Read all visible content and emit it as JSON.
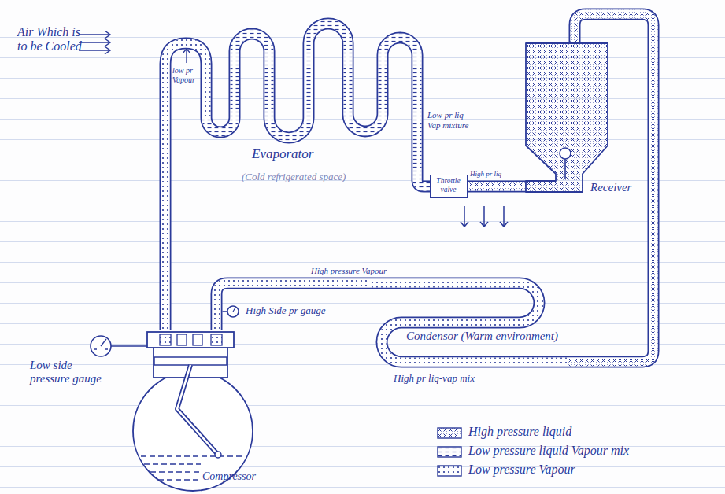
{
  "diagram": {
    "nodes": [
      {
        "text": [
          "Evaporator",
          "(Cold refrigerated space)"
        ]
      },
      {
        "text": [
          "Throttle valve"
        ]
      },
      {
        "text": [
          "Receiver"
        ]
      },
      {
        "text": [
          "Condensor (Warm environment)"
        ]
      },
      {
        "text": [
          "Compressor"
        ]
      }
    ],
    "edges": [
      {
        "from": 4,
        "to": 3,
        "arrow": "none",
        "label": "High pressure Vapour"
      },
      {
        "from": 3,
        "to": 2,
        "arrow": "none"
      },
      {
        "from": 2,
        "to": 1,
        "arrow": "none",
        "label": "High pr liq"
      },
      {
        "from": 1,
        "to": 0,
        "arrow": "none"
      },
      {
        "from": 0,
        "to": 4,
        "arrow": "none",
        "label": "low pr Vapour"
      }
    ],
    "labels": [
      "Air Which is to be Cooled",
      "Low pr liq-Vap mixture",
      "Low side pressure gauge",
      "High Side pr gauge",
      "High pr liq-vap mix"
    ],
    "legend": [
      {
        "text": "High pressure liquid"
      },
      {
        "text": "Low pressure liquid Vapour mix"
      },
      {
        "text": "Low pressure Vapour"
      }
    ]
  }
}
